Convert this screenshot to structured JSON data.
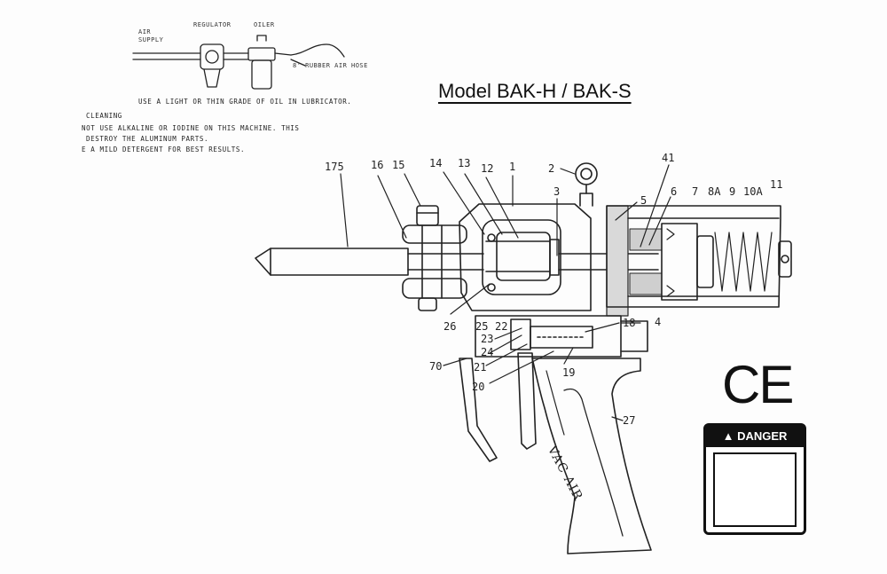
{
  "diagram": {
    "title": "Model BAK-H / BAK-S",
    "air_schematic": {
      "air_supply": "AIR\nSUPPLY",
      "regulator": "REGULATOR",
      "oiler": "OILER",
      "hose": "8' RUBBER AIR HOSE",
      "oil_note": "USE A LIGHT OR THIN GRADE OF OIL IN LUBRICATOR."
    },
    "cleaning": {
      "heading": "CLEANING",
      "line1": " NOT USE ALKALINE OR IODINE ON THIS MACHINE. THIS",
      "line2": "DESTROY THE ALUMINUM PARTS.",
      "line3": "E A MILD DETERGENT FOR BEST RESULTS."
    },
    "grip_text": "VAC AIR",
    "callouts": {
      "c175": "175",
      "c16": "16",
      "c15": "15",
      "c14": "14",
      "c13": "13",
      "c12": "12",
      "c1": "1",
      "c2": "2",
      "c3": "3",
      "c41": "41",
      "c5": "5",
      "c6": "6",
      "c7": "7",
      "c8a": "8A",
      "c9": "9",
      "c10a": "10A",
      "c11": "11",
      "c26": "26",
      "c25": "25",
      "c22": "22",
      "c23": "23",
      "c24": "24",
      "c18": "18",
      "c4": "4",
      "c70": "70",
      "c21": "21",
      "c20": "20",
      "c19": "19",
      "c27": "27"
    },
    "ce_mark": "CE",
    "danger_label": "DANGER"
  }
}
